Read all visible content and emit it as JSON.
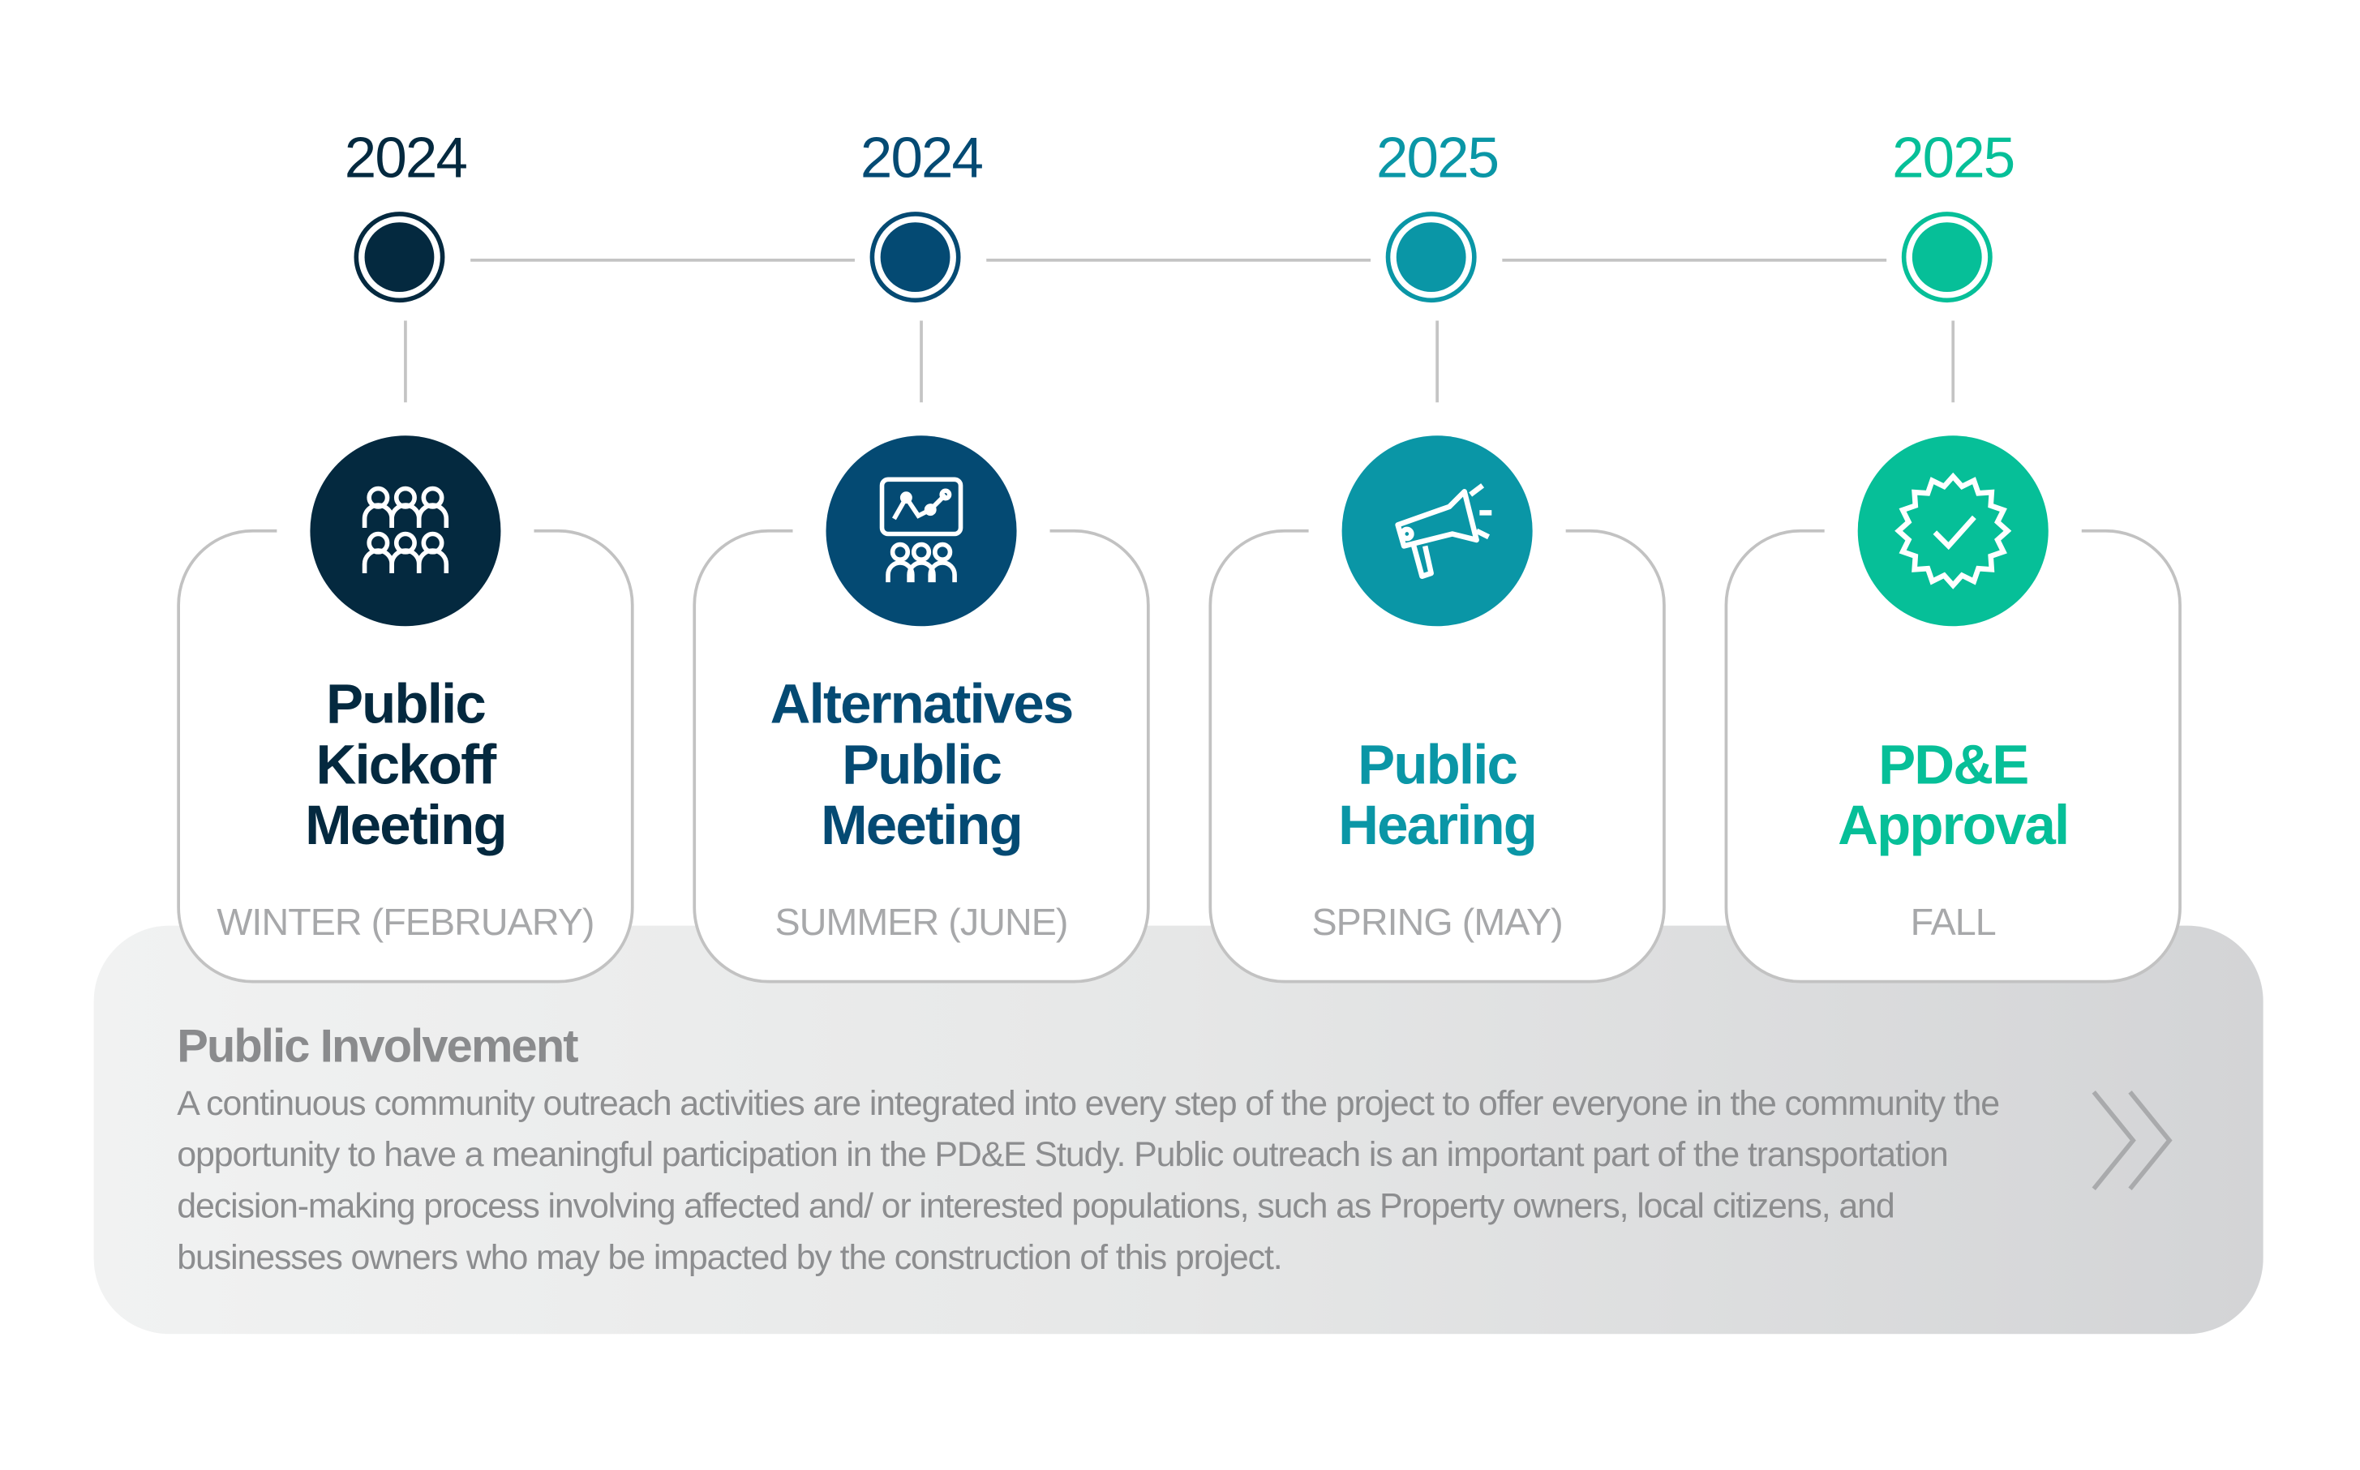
{
  "milestones": [
    {
      "year": "2024",
      "title_lines": [
        "Public",
        "Kickoff",
        "Meeting"
      ],
      "season": "WINTER (FEBRUARY)",
      "color": "#04293f",
      "icon": "people-group-icon"
    },
    {
      "year": "2024",
      "title_lines": [
        "Alternatives",
        "Public",
        "Meeting"
      ],
      "season": "SUMMER (JUNE)",
      "color": "#044a73",
      "icon": "presentation-audience-icon"
    },
    {
      "year": "2025",
      "title_lines": [
        "Public",
        "Hearing"
      ],
      "season": "SPRING (MAY)",
      "color": "#0a96a6",
      "icon": "megaphone-icon"
    },
    {
      "year": "2025",
      "title_lines": [
        "PD&E",
        "Approval"
      ],
      "season": "FALL",
      "color": "#06bf98",
      "icon": "check-badge-icon"
    }
  ],
  "involvement": {
    "title": "Public Involvement",
    "body": "A continuous community outreach activities are integrated into every step of the project to offer everyone in the community the opportunity to have a meaningful participation in the PD&E Study.  Public outreach is an important part of the transportation decision-making process involving affected and/ or interested populations, such as Property owners, local citizens, and businesses owners who may be impacted by the construction of this project.",
    "icon": "double-chevron-right-icon"
  }
}
